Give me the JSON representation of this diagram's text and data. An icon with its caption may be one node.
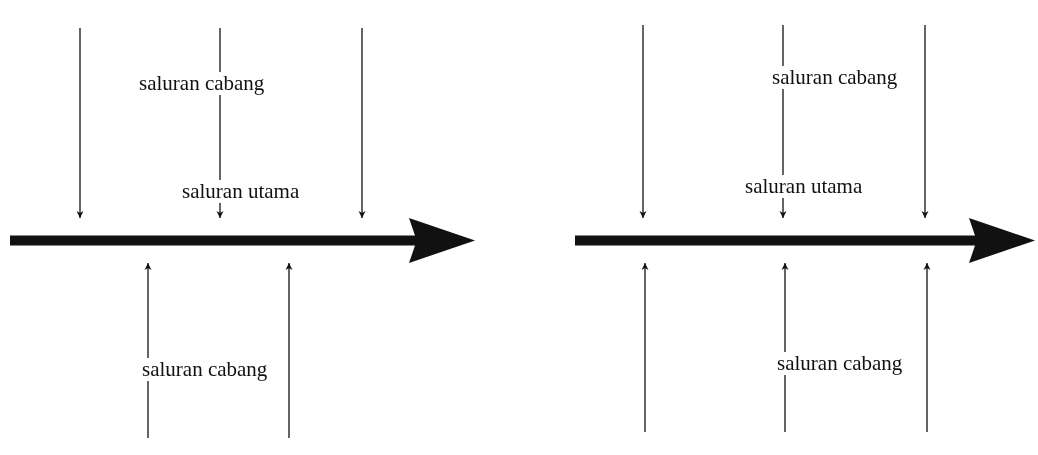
{
  "diagram": {
    "nodes": [
      {
        "text": [],
        "shape": "arrow"
      },
      {
        "text": [],
        "shape": "arrow"
      }
    ],
    "edges": [
      {
        "from": null,
        "to": 0,
        "arrow": "to"
      },
      {
        "from": null,
        "to": 0,
        "arrow": "to"
      },
      {
        "from": null,
        "to": 0,
        "arrow": "to"
      },
      {
        "from": null,
        "to": 0,
        "arrow": "to"
      },
      {
        "from": null,
        "to": 0,
        "arrow": "to"
      },
      {
        "from": null,
        "to": 1,
        "arrow": "to"
      },
      {
        "from": null,
        "to": 1,
        "arrow": "to"
      },
      {
        "from": null,
        "to": 1,
        "arrow": "to"
      },
      {
        "from": null,
        "to": 1,
        "arrow": "to"
      },
      {
        "from": null,
        "to": 1,
        "arrow": "to"
      },
      {
        "from": null,
        "to": 1,
        "arrow": "to"
      }
    ],
    "labels": [
      "saluran cabang",
      "saluran utama",
      "saluran cabang",
      "saluran cabang",
      "saluran utama",
      "saluran cabang"
    ]
  }
}
